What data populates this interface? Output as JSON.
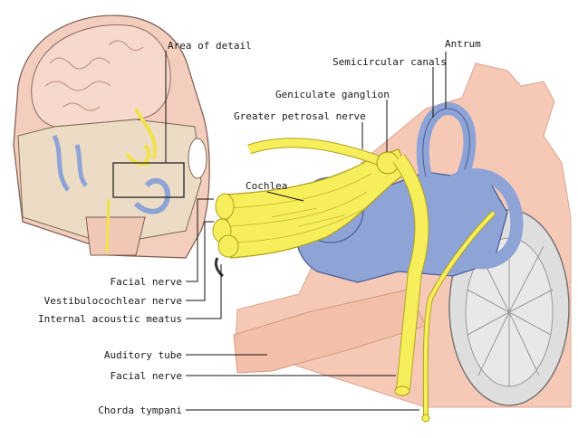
{
  "labels": {
    "area_of_detail": "Area of detail",
    "antrum": "Antrum",
    "semicircular_canals": "Semicircular canals",
    "geniculate_ganglion": "Geniculate ganglion",
    "greater_petrosal_nerve": "Greater petrosal nerve",
    "cochlea": "Cochlea",
    "facial_nerve_upper": "Facial nerve",
    "vestibulocochlear_nerve": "Vestibulocochlear nerve",
    "internal_acoustic_meatus": "Internal acoustic meatus",
    "auditory_tube": "Auditory tube",
    "facial_nerve_lower": "Facial nerve",
    "chorda_tympani": "Chorda tympani"
  },
  "colors": {
    "skin": "#f6c9b7",
    "brain": "#f4d3c6",
    "bone": "#efe3cf",
    "nerve": "#f7ee5c",
    "nerve_outline": "#b0a21f",
    "labyrinth": "#8ea3d6",
    "labyrinth_outline": "#4d5f9b",
    "eardrum": "#dcdcdc",
    "leader": "#111111"
  }
}
